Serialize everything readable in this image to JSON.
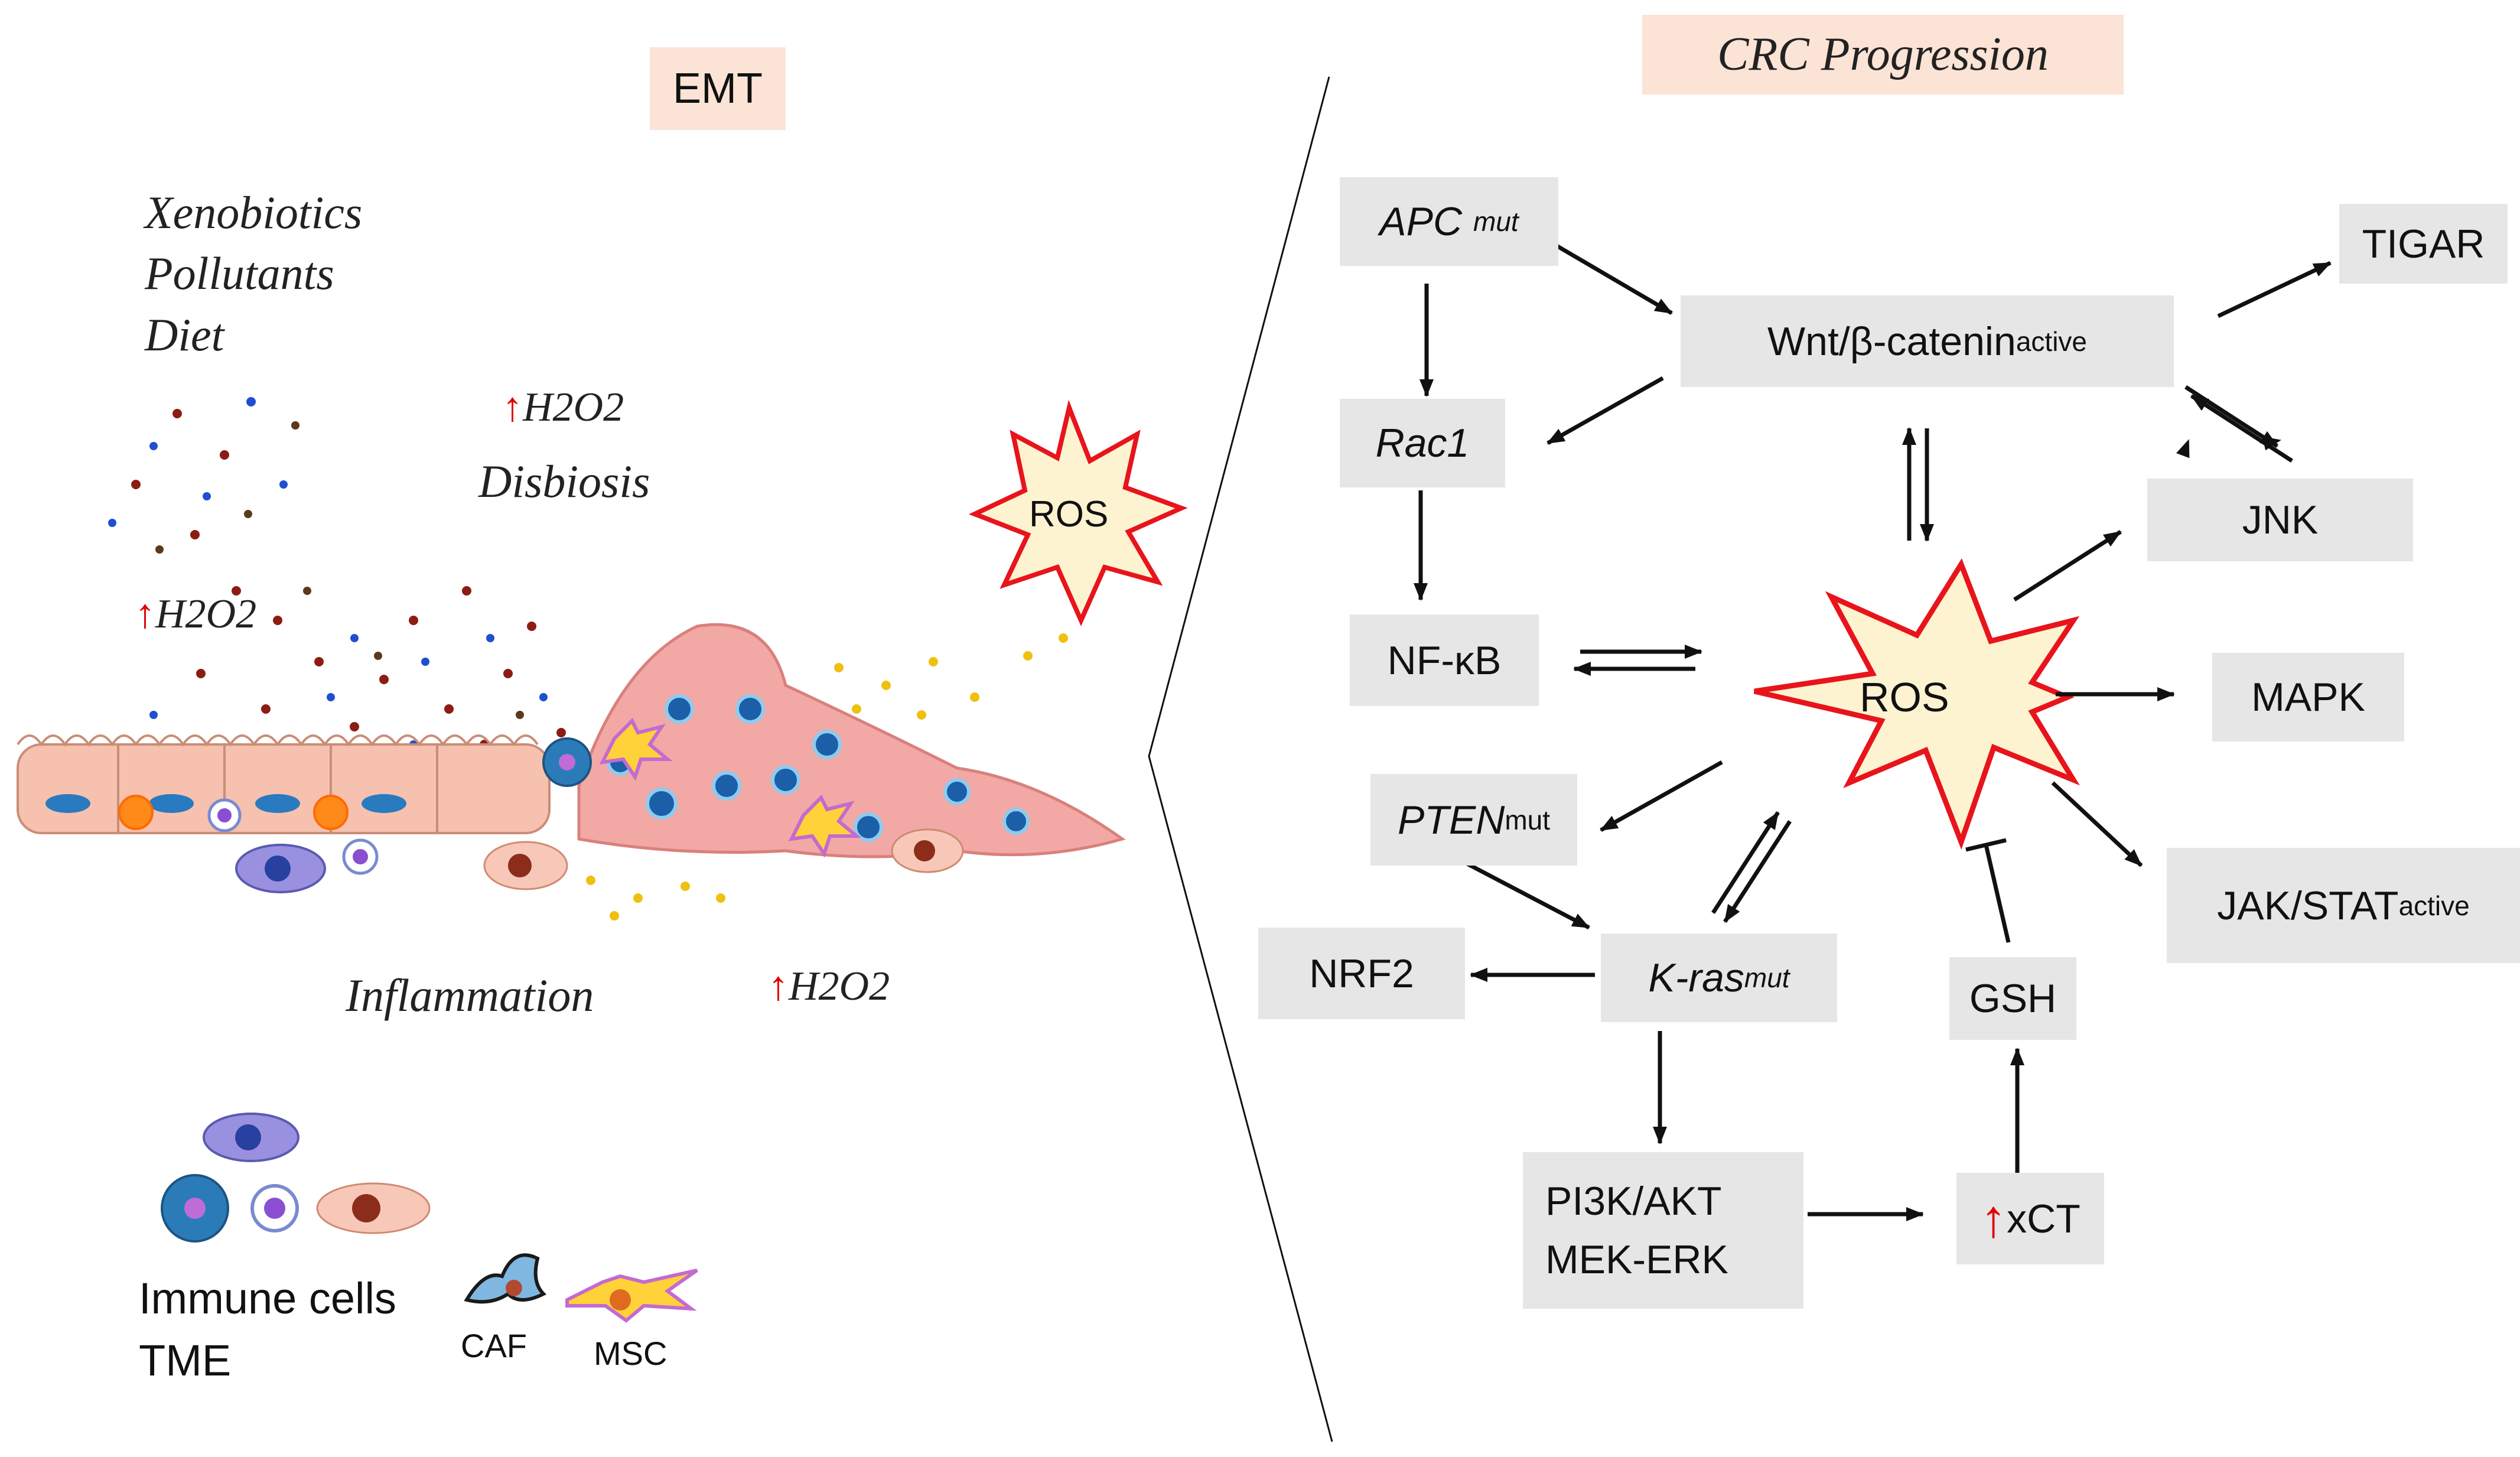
{
  "left_panel": {
    "title": "EMT",
    "factors": [
      "Xenobiotics",
      "Pollutants",
      "Diet"
    ],
    "h2o2_label": "H2O2",
    "dysbiosis": "Disbiosis",
    "inflammation": "Inflammation",
    "ros_burst": "ROS",
    "immune_line1": "Immune cells",
    "immune_line2": "TME",
    "caf": "CAF",
    "msc": "MSC"
  },
  "right_panel": {
    "title": "CRC Progression",
    "nodes": {
      "apc": {
        "main": "APC",
        "sub": "mut"
      },
      "wnt": {
        "main": "Wnt/β-catenin",
        "sub": "active"
      },
      "tigar": "TIGAR",
      "rac1": "Rac1",
      "nfkb": "NF-κB",
      "ros": "ROS",
      "jnk": "JNK",
      "mapk": "MAPK",
      "pten": {
        "main": "PTEN",
        "sub": "mut"
      },
      "jakstat": {
        "main": "JAK/STAT",
        "sub": "active"
      },
      "nrf2": "NRF2",
      "kras": {
        "main": "K-ras",
        "sub": "mut"
      },
      "gsh": "GSH",
      "pi3k_line1": "PI3K/AKT",
      "pi3k_line2": "MEK-ERK",
      "xct": "xCT"
    }
  },
  "colors": {
    "header_bg": "#fbe3d5",
    "node_bg": "#e6e6e6",
    "ros_fill": "#fdf3d0",
    "ros_stroke": "#e8141c",
    "up_arrow": "#e00000"
  }
}
